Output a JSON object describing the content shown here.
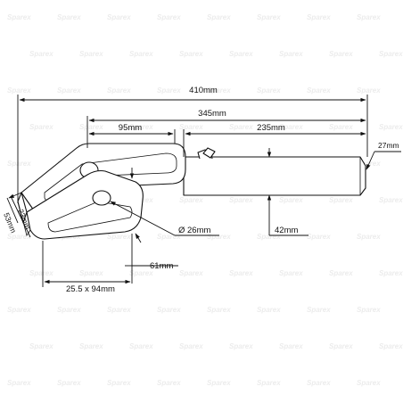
{
  "watermark": {
    "text": "Sparex"
  },
  "dimensions": {
    "overall_length": "410mm",
    "shank_plus_body": "345mm",
    "jaw_width": "95mm",
    "shank_length": "235mm",
    "tip_diameter": "27mm",
    "pin_hole": "Ø 26mm",
    "shank_diameter": "42mm",
    "jaw_depth": "61mm",
    "slot_size": "25.5 x 94mm",
    "side_thickness_a": "23mm",
    "side_thickness_b": "53mm"
  },
  "colors": {
    "line": "#111111",
    "watermark": "#ececec",
    "background": "#ffffff"
  }
}
